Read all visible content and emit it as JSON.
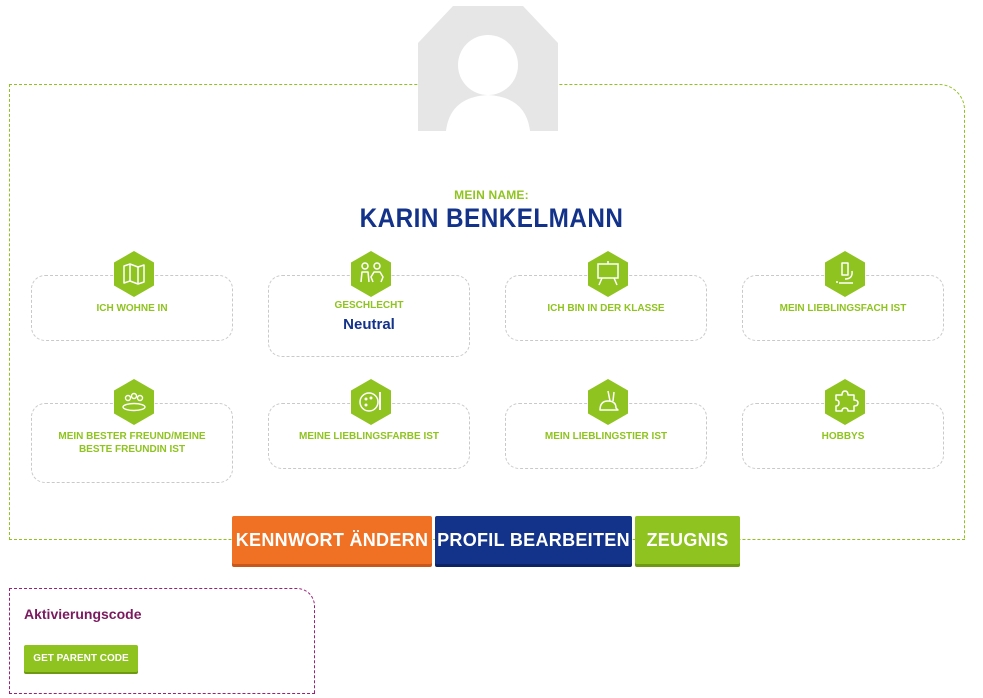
{
  "profile": {
    "name_label": "MEIN NAME:",
    "name": "KARIN BENKELMANN"
  },
  "cards": [
    {
      "label": "ICH WOHNE IN",
      "value": "",
      "icon": "map-icon"
    },
    {
      "label": "GESCHLECHT",
      "value": "Neutral",
      "icon": "people-icon"
    },
    {
      "label": "ICH BIN IN DER KLASSE",
      "value": "",
      "icon": "blackboard-icon"
    },
    {
      "label": "MEIN LIEBLINGSFACH IST",
      "value": "",
      "icon": "microscope-icon"
    },
    {
      "label": "MEIN BESTER FREUND/MEINE BESTE FREUNDIN IST",
      "value": "",
      "icon": "friends-icon"
    },
    {
      "label": "MEINE LIEBLINGSFARBE IST",
      "value": "",
      "icon": "palette-icon"
    },
    {
      "label": "MEIN LIEBLINGSTIER IST",
      "value": "",
      "icon": "rabbit-icon"
    },
    {
      "label": "HOBBYS",
      "value": "",
      "icon": "puzzle-icon"
    }
  ],
  "actions": {
    "change_password": "KENNWORT ÄNDERN",
    "edit_profile": "PROFIL BEARBEITEN",
    "report": "ZEUGNIS"
  },
  "activation": {
    "title": "Aktivierungscode",
    "button": "GET PARENT CODE"
  },
  "colors": {
    "green": "#8fc31f",
    "blue": "#13338a",
    "orange": "#f07124",
    "purple": "#9a1f7a"
  }
}
